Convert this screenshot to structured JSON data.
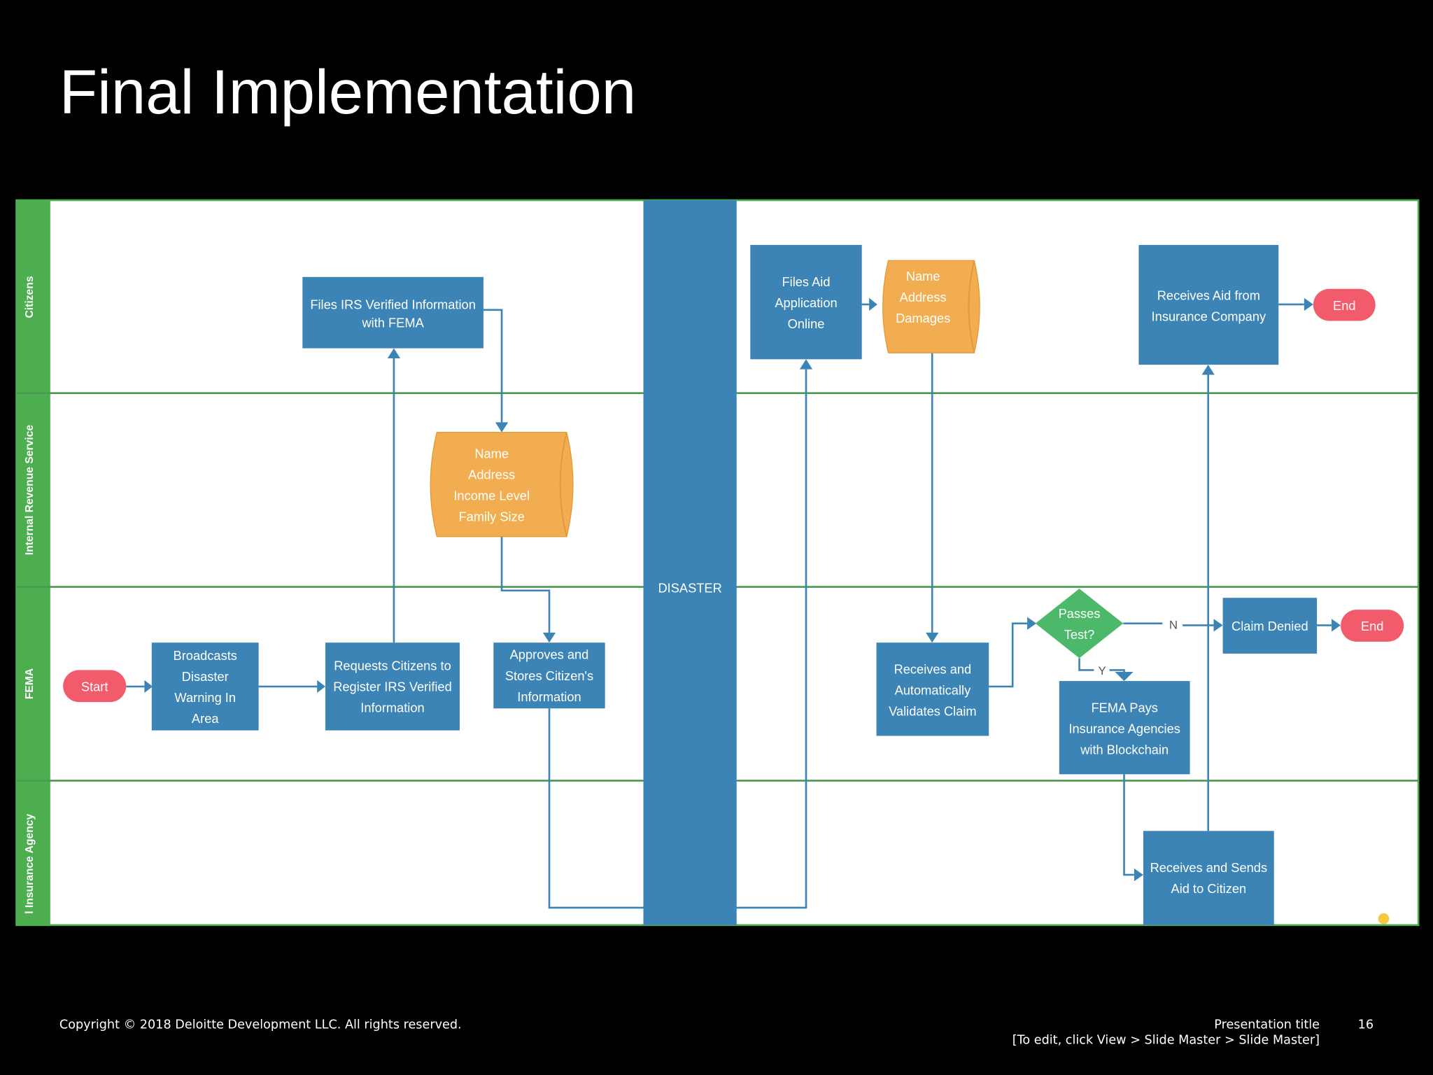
{
  "slide": {
    "title": "Final Implementation",
    "footer": {
      "copyright": "Copyright © 2018 Deloitte Development LLC. All rights reserved.",
      "presentation_title": "Presentation title",
      "page_number": "16",
      "edit_hint": "[To edit, click View > Slide Master > Slide Master]"
    }
  },
  "colors": {
    "lane": "#4cae4f",
    "process": "#3c84b6",
    "data": "#f1ad4f",
    "terminal": "#f25b6b",
    "decision": "#4cb86a"
  },
  "lanes": [
    "Citizens",
    "Internal Revenue Service",
    "FEMA",
    "l Insurance Agency"
  ],
  "disaster_label": "DISASTER",
  "nodes": {
    "start": "Start",
    "broadcasts": [
      "Broadcasts",
      "Disaster",
      "Warning In",
      "Area"
    ],
    "requests": [
      "Requests Citizens to",
      "Register IRS Verified",
      "Information"
    ],
    "files_irs": [
      "Files IRS Verified Information",
      "with FEMA"
    ],
    "irs_data": [
      "Name",
      "Address",
      "Income Level",
      "Family Size"
    ],
    "approves": [
      "Approves and",
      "Stores Citizen's",
      "Information"
    ],
    "files_aid": [
      "Files Aid",
      "Application",
      "Online"
    ],
    "claim_data": [
      "Name",
      "Address",
      "Damages"
    ],
    "validates": [
      "Receives and",
      "Automatically",
      "Validates Claim"
    ],
    "decision": [
      "Passes",
      "Test?"
    ],
    "no_label": "N",
    "yes_label": "Y",
    "claim_denied": "Claim Denied",
    "end_denied": "End",
    "fema_pays": [
      "FEMA Pays",
      "Insurance Agencies",
      "with Blockchain"
    ],
    "sends_aid": [
      "Receives and Sends",
      "Aid to Citizen"
    ],
    "receives_aid": [
      "Receives Aid from",
      "Insurance Company"
    ],
    "end_aid": "End"
  }
}
